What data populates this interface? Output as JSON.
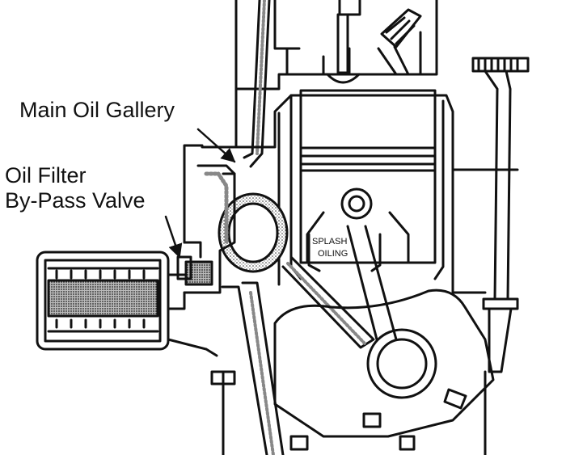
{
  "labels": {
    "main_oil_gallery": "Main Oil Gallery",
    "oil_filter_line1": "Oil Filter",
    "oil_filter_line2": "By-Pass Valve",
    "splash_line1": "SPLASH",
    "splash_line2": "OILING"
  },
  "colors": {
    "ink": "#111111",
    "paper": "#ffffff",
    "oil_stipple": "#8a8a8a"
  }
}
